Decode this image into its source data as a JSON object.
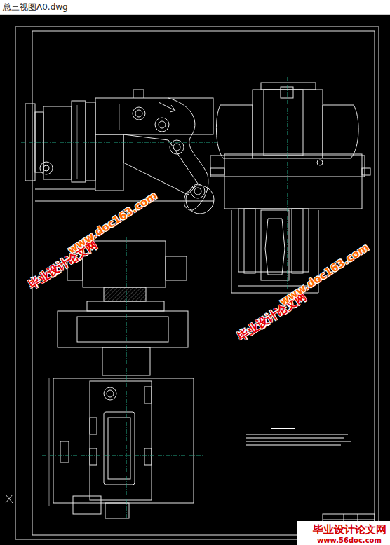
{
  "diagram": {
    "title": "总三视图A0.dwg",
    "labels": [
      "毕业设计论文网",
      "www.doc163.com",
      "毕业设计论文网",
      "www.doc163.com",
      "毕业设计论文网",
      "www.56doc.com"
    ]
  }
}
